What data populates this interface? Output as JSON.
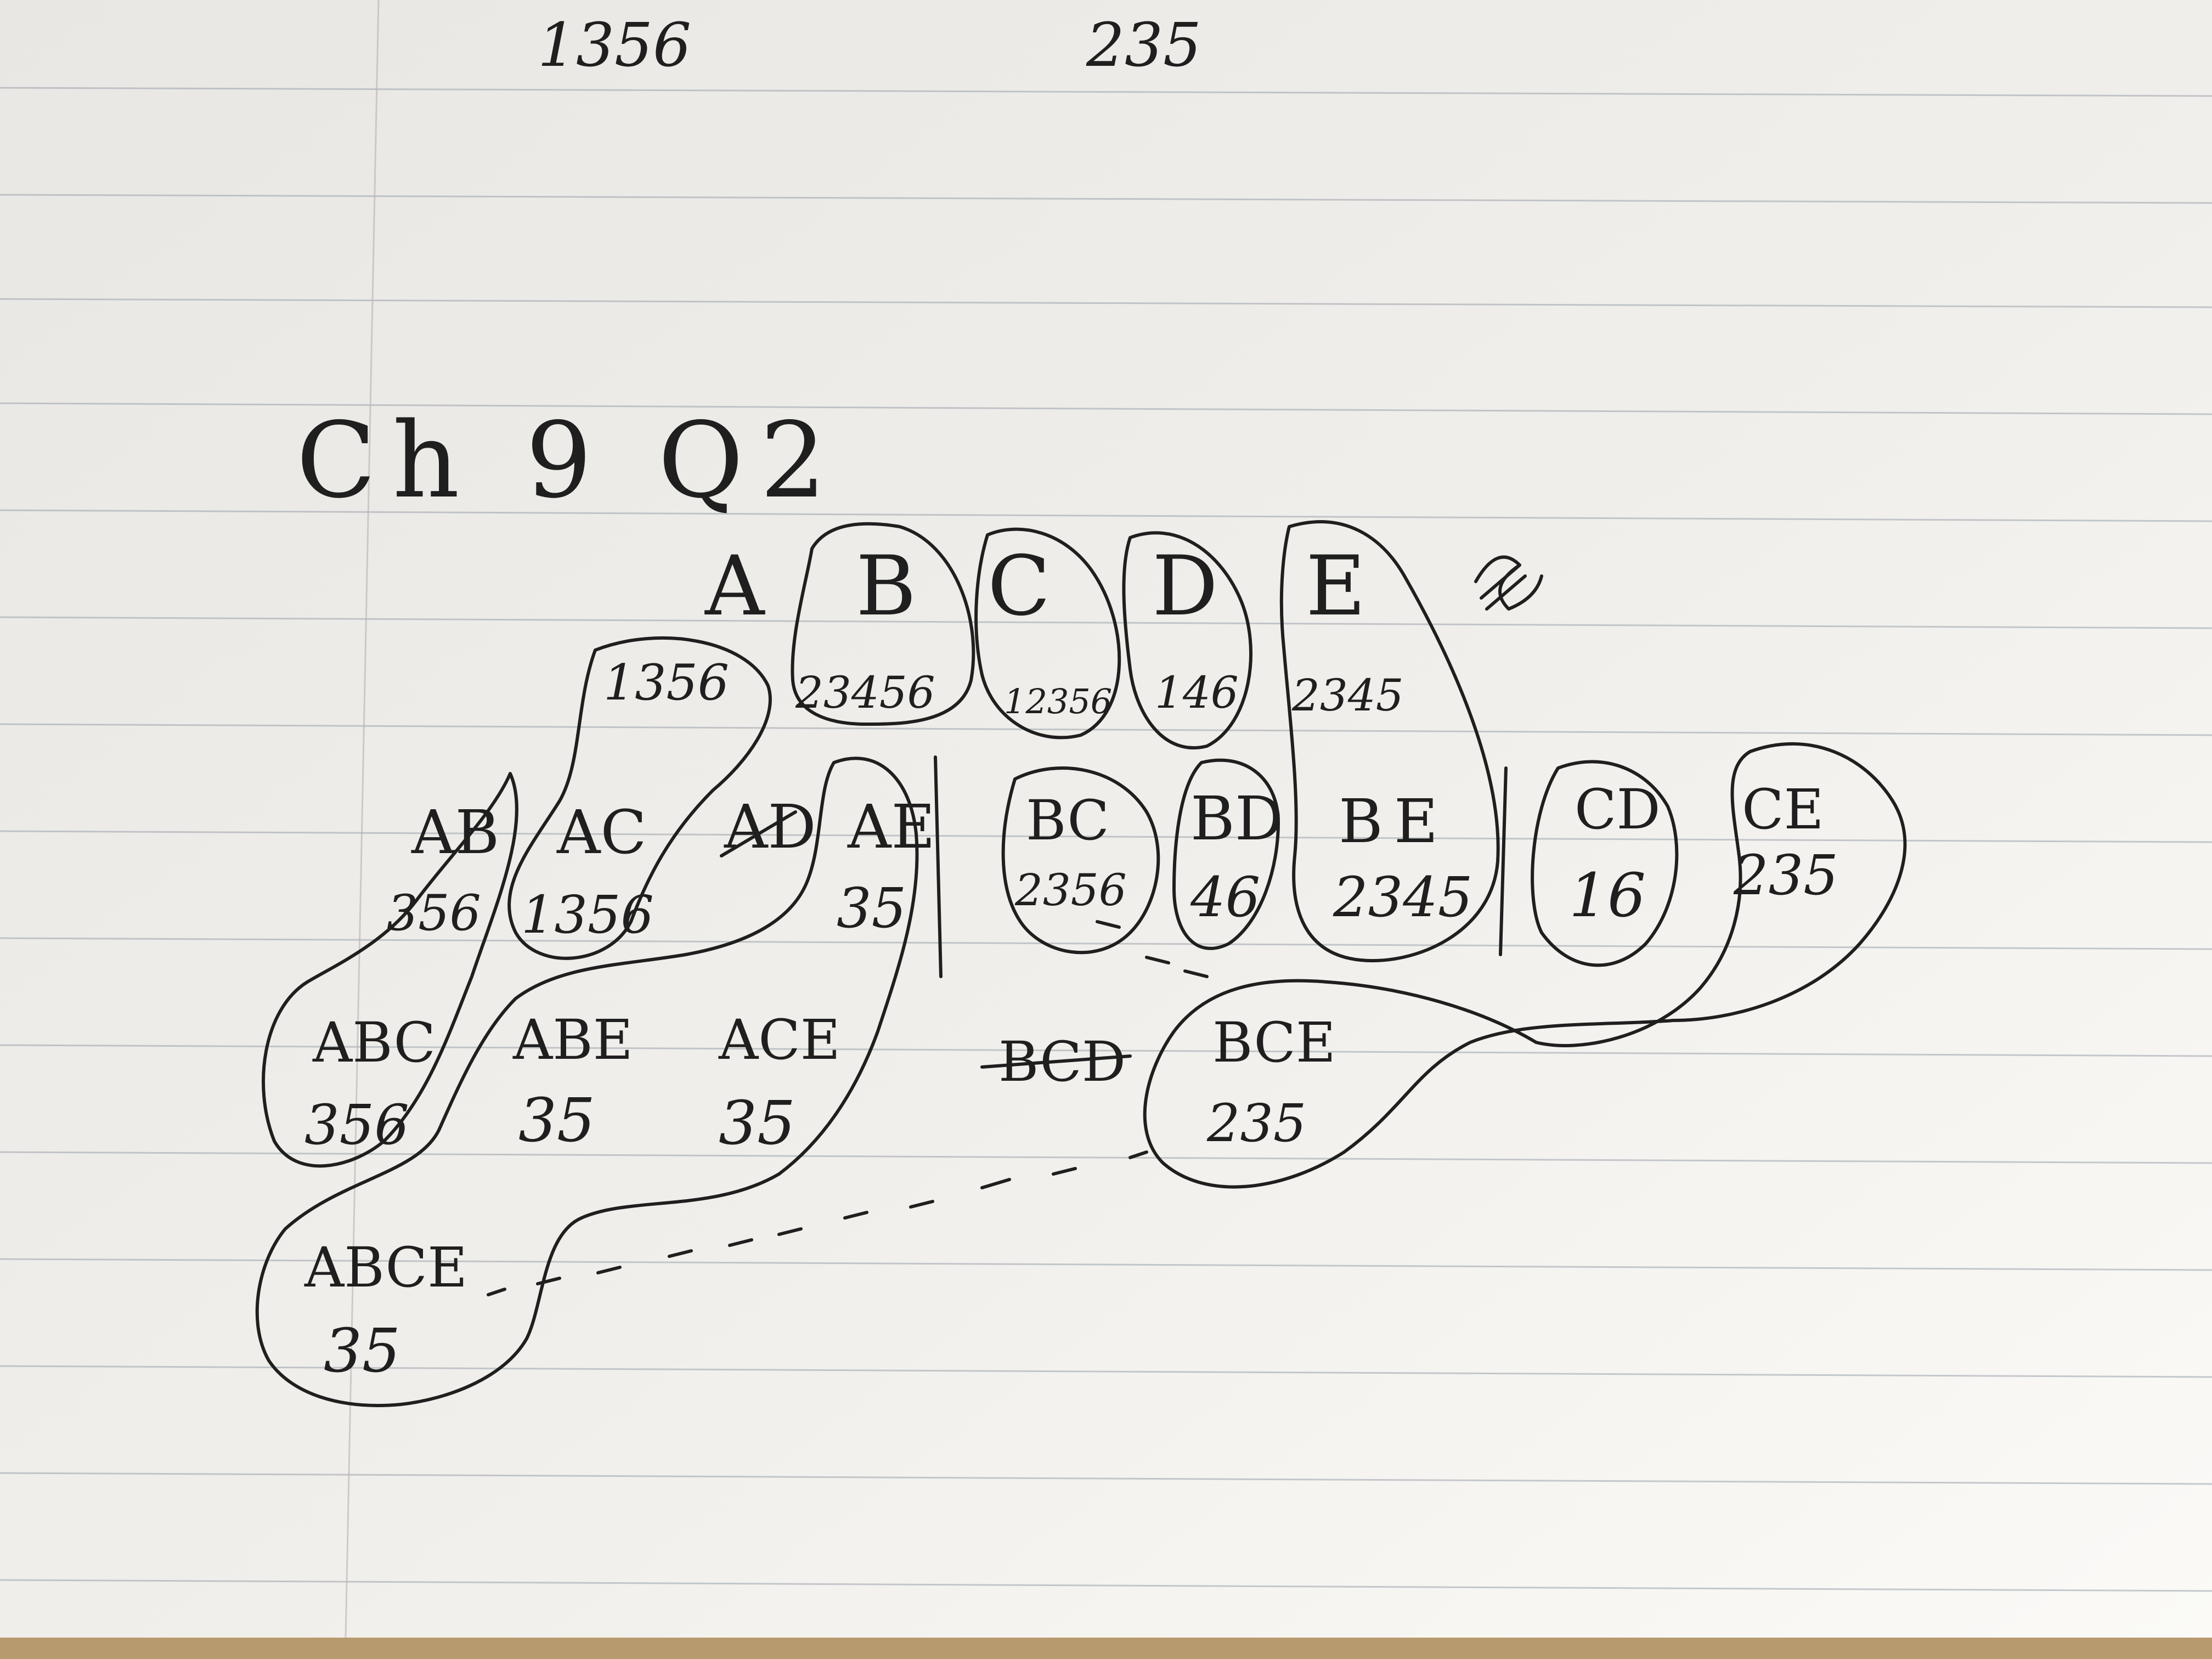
{
  "page": {
    "top_remnants": [
      "1356",
      "235"
    ],
    "heading": "Ch 9 Q2"
  },
  "items": {
    "row1": [
      "A",
      "B",
      "C",
      "D",
      "E"
    ],
    "row1_counts": [
      "1356",
      "23456",
      "12356",
      "146",
      "2345"
    ],
    "row2": [
      {
        "label": "AB",
        "count": "356"
      },
      {
        "label": "AC",
        "count": "1356"
      },
      {
        "label": "AD",
        "count": "",
        "struck": true
      },
      {
        "label": "AE",
        "count": "35"
      },
      {
        "label": "BC",
        "count": "2356"
      },
      {
        "label": "BD",
        "count": "46"
      },
      {
        "label": "BE",
        "count": "2345"
      },
      {
        "label": "CD",
        "count": "16"
      },
      {
        "label": "CE",
        "count": "235"
      }
    ],
    "row3": [
      {
        "label": "ABC",
        "count": "356"
      },
      {
        "label": "ABE",
        "count": "35"
      },
      {
        "label": "ACE",
        "count": "35"
      },
      {
        "label": "BCD",
        "count": "",
        "struck": true
      },
      {
        "label": "BCE",
        "count": "235"
      }
    ],
    "row4": [
      {
        "label": "ABCE",
        "count": "35"
      }
    ]
  }
}
